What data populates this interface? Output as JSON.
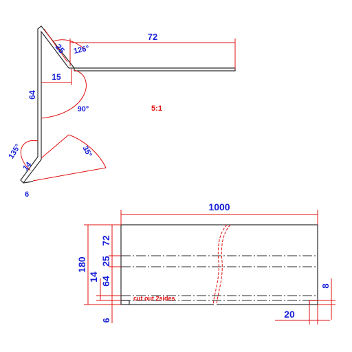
{
  "colors": {
    "dimension_text": "#1a22d6",
    "dimension_line": "#e01010",
    "geometry": "#2a2a2a",
    "background": "#ffffff"
  },
  "profile": {
    "scale_label": "5:1",
    "dims": {
      "top_length": "72",
      "slant": "25",
      "step": "15",
      "height": "64",
      "hem_slant": "14",
      "hem_width": "6"
    },
    "angles": {
      "top": "126°",
      "corner": "90°",
      "bottom": "135°",
      "hem": "35°"
    }
  },
  "flat": {
    "dims": {
      "length": "1000",
      "total_width": "180",
      "w72": "72",
      "w25": "25",
      "w64": "64",
      "w14": "14",
      "w6": "6",
      "notch_height": "8",
      "notch_width": "20"
    },
    "note": "cut out 2sides"
  }
}
